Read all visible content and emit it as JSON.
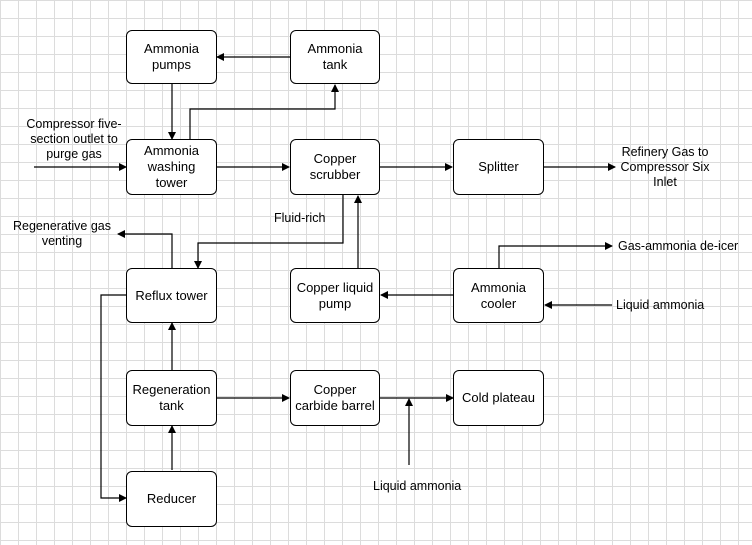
{
  "nodes": {
    "ammonia_pumps": "Ammonia\npumps",
    "ammonia_tank": "Ammonia tank",
    "ammonia_washing_tower": "Ammonia\nwashing tower",
    "copper_scrubber": "Copper\nscrubber",
    "splitter": "Splitter",
    "reflux_tower": "Reflux tower",
    "copper_liquid_pump": "Copper liquid\npump",
    "ammonia_cooler": "Ammonia\ncooler",
    "regeneration_tank": "Regeneration\ntank",
    "copper_carbide_barrel": "Copper\ncarbide barrel",
    "cold_plateau": "Cold plateau",
    "reducer": "Reducer"
  },
  "labels": {
    "compressor_five": "Compressor five-\nsection outlet to\npurge gas",
    "refinery_gas": "Refinery Gas to\nCompressor Six\nInlet",
    "regenerative_gas": "Regenerative gas\nventing",
    "fluid_rich": "Fluid-rich",
    "gas_ammonia_deicer": "Gas-ammonia de-icer",
    "liquid_ammonia_right": "Liquid ammonia",
    "liquid_ammonia_bottom": "Liquid ammonia"
  },
  "colors": {
    "stroke": "#000000",
    "grid": "#dcdcdc",
    "background": "#ffffff"
  }
}
